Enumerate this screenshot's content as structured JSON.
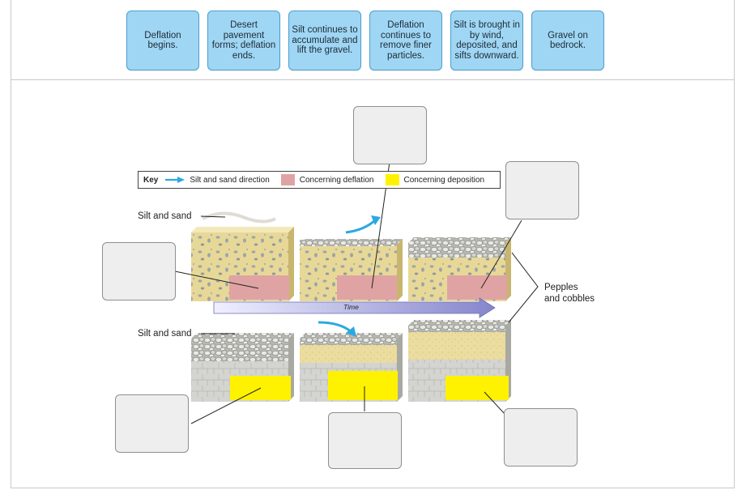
{
  "answer_tiles": [
    "Deflation begins.",
    "Desert pavement forms; deflation ends.",
    "Silt continues to accumulate and lift the gravel.",
    "Deflation continues to remove finer particles.",
    "Silt is brought in by wind, deposited, and sifts downward.",
    "Gravel on bedrock."
  ],
  "figure": {
    "key_title": "Key",
    "key_items": [
      {
        "label": "Silt and sand direction",
        "color": "#2ba9e1",
        "icon": "arrow-icon"
      },
      {
        "label": "Concerning deflation",
        "color": "#e0a3a3",
        "icon": "swatch"
      },
      {
        "label": "Concerning deposition",
        "color": "#fff200",
        "icon": "swatch"
      }
    ],
    "silt_label_top": "Silt and sand",
    "silt_label_bottom": "Silt and sand",
    "pebbles_label_line1": "Pepples",
    "pebbles_label_line2": "and cobbles",
    "time_label": "Time"
  },
  "colors": {
    "tile_fill": "#9fd6f4",
    "tile_border": "#4b9fd0",
    "deflation": "#e0a3a3",
    "deposition": "#fff200",
    "arrow": "#2ba9e1",
    "time_arrow": "#8f8fd6",
    "drop_fill": "#eeeeee"
  }
}
